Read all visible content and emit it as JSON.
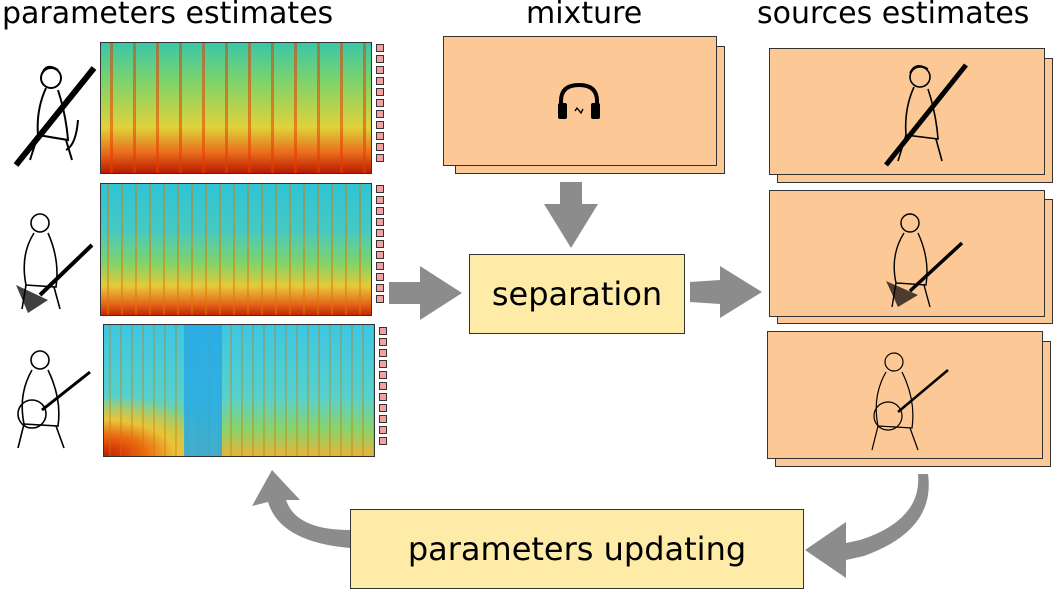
{
  "headings": {
    "left": "parameters estimates",
    "center": "mixture",
    "right": "sources estimates"
  },
  "process": {
    "separation": "separation",
    "updating": "parameters updating"
  },
  "icons": {
    "mixture": "headphones-icon",
    "sources": [
      "bassoonist-icon",
      "balalaika-player-icon",
      "banjo-player-icon"
    ]
  },
  "colors": {
    "sheet": "#fcc996",
    "process_box": "#fdeba7",
    "arrow": "#8c8c8c",
    "tick": "#f4a0a0"
  }
}
